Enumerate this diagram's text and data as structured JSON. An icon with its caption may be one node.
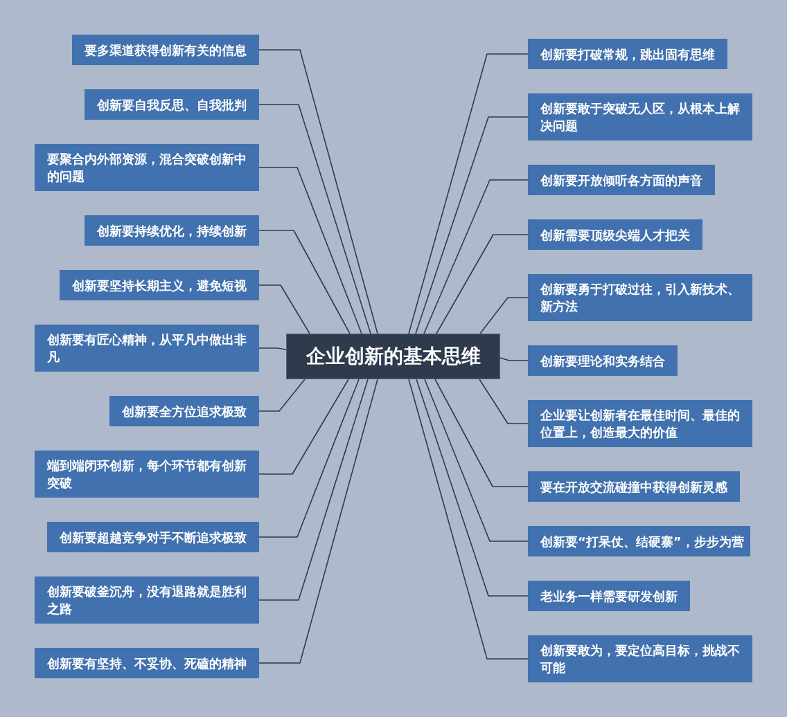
{
  "diagram": {
    "nodes": [
      {
        "text": [
          "企业创新的基本思维"
        ]
      },
      {
        "text": [
          "要多渠道获得创新有关的信息"
        ]
      },
      {
        "text": [
          "创新要自我反思、自我批判"
        ]
      },
      {
        "text": [
          "要聚合内外部资源，混合突破创新中的问题"
        ]
      },
      {
        "text": [
          "创新要持续优化，持续创新"
        ]
      },
      {
        "text": [
          "创新要坚持长期主义，避免短视"
        ]
      },
      {
        "text": [
          "创新要有匠心精神，从平凡中做出非凡"
        ]
      },
      {
        "text": [
          "创新要全方位追求极致"
        ]
      },
      {
        "text": [
          "端到端闭环创新，每个环节都有创新突破"
        ]
      },
      {
        "text": [
          "创新要超越竞争对手不断追求极致"
        ]
      },
      {
        "text": [
          "创新要破釜沉舟，没有退路就是胜利之路"
        ]
      },
      {
        "text": [
          "创新要有坚持、不妥协、死磕的精神"
        ]
      },
      {
        "text": [
          "创新要打破常规，跳出固有思维"
        ]
      },
      {
        "text": [
          "创新要敢于突破无人区，从根本上解决问题"
        ]
      },
      {
        "text": [
          "创新要开放倾听各方面的声音"
        ]
      },
      {
        "text": [
          "创新需要顶级尖端人才把关"
        ]
      },
      {
        "text": [
          "创新要勇于打破过往，引入新技术、新方法"
        ]
      },
      {
        "text": [
          "创新要理论和实务结合"
        ]
      },
      {
        "text": [
          "企业要让创新者在最佳时间、最佳的位置上，创造最大的价值"
        ]
      },
      {
        "text": [
          "要在开放交流碰撞中获得创新灵感"
        ]
      },
      {
        "text": [
          "创新要“打呆仗、结硬寨”，步步为营"
        ]
      },
      {
        "text": [
          "老业务一样需要研发创新"
        ]
      },
      {
        "text": [
          "创新要敢为，要定位高目标，挑战不可能"
        ]
      }
    ],
    "edges": [
      {
        "from": 0,
        "to": 1,
        "arrow": "none"
      },
      {
        "from": 0,
        "to": 2,
        "arrow": "none"
      },
      {
        "from": 0,
        "to": 3,
        "arrow": "none"
      },
      {
        "from": 0,
        "to": 4,
        "arrow": "none"
      },
      {
        "from": 0,
        "to": 5,
        "arrow": "none"
      },
      {
        "from": 0,
        "to": 6,
        "arrow": "none"
      },
      {
        "from": 0,
        "to": 7,
        "arrow": "none"
      },
      {
        "from": 0,
        "to": 8,
        "arrow": "none"
      },
      {
        "from": 0,
        "to": 9,
        "arrow": "none"
      },
      {
        "from": 0,
        "to": 10,
        "arrow": "none"
      },
      {
        "from": 0,
        "to": 11,
        "arrow": "none"
      },
      {
        "from": 0,
        "to": 12,
        "arrow": "none"
      },
      {
        "from": 0,
        "to": 13,
        "arrow": "none"
      },
      {
        "from": 0,
        "to": 14,
        "arrow": "none"
      },
      {
        "from": 0,
        "to": 15,
        "arrow": "none"
      },
      {
        "from": 0,
        "to": 16,
        "arrow": "none"
      },
      {
        "from": 0,
        "to": 17,
        "arrow": "none"
      },
      {
        "from": 0,
        "to": 18,
        "arrow": "none"
      },
      {
        "from": 0,
        "to": 19,
        "arrow": "none"
      },
      {
        "from": 0,
        "to": 20,
        "arrow": "none"
      },
      {
        "from": 0,
        "to": 21,
        "arrow": "none"
      },
      {
        "from": 0,
        "to": 22,
        "arrow": "none"
      }
    ]
  }
}
